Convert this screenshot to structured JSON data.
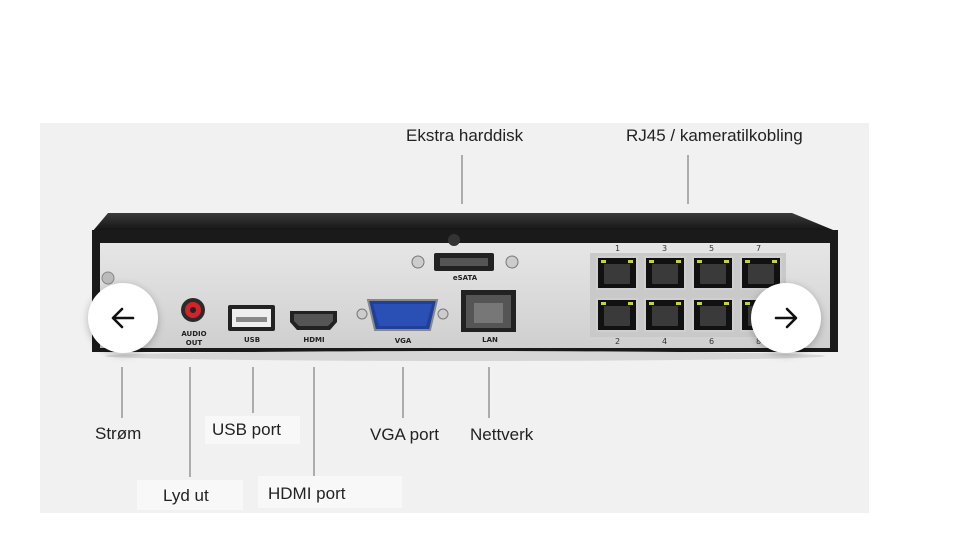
{
  "callouts": {
    "extra_disk": "Ekstra harddisk",
    "rj45": "RJ45 / kameratilkobling",
    "power": "Strøm",
    "audio_out": "Lyd ut",
    "usb_port": "USB port",
    "hdmi_port": "HDMI port",
    "vga_port": "VGA port",
    "network": "Nettverk"
  },
  "device_labels": {
    "esata": "eSATA",
    "audio": "AUDIO",
    "out": "OUT",
    "usb": "USB",
    "hdmi": "HDMI",
    "vga": "VGA",
    "lan": "LAN"
  },
  "rj45_numbers_top": [
    "1",
    "3",
    "5",
    "7"
  ],
  "rj45_numbers_bottom": [
    "2",
    "4",
    "6",
    "8"
  ],
  "nav": {
    "prev_icon": "arrow-left-icon",
    "next_icon": "arrow-right-icon"
  },
  "colors": {
    "panel_bg": "#f1f1f1",
    "device_body": "#1a1a1a",
    "faceplate": "#d9d9d9",
    "vga_blue": "#2a4fb5",
    "audio_red": "#d2232a"
  }
}
